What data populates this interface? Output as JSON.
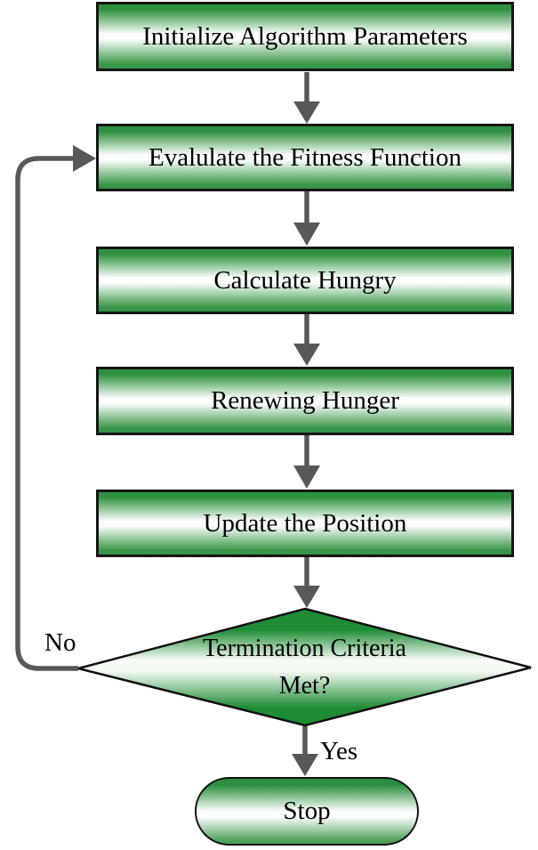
{
  "flowchart": {
    "nodes": [
      {
        "id": "init",
        "type": "process",
        "label": "Initialize Algorithm Parameters"
      },
      {
        "id": "evaluate",
        "type": "process",
        "label": "Evalulate the Fitness Function"
      },
      {
        "id": "hungry",
        "type": "process",
        "label": "Calculate Hungry"
      },
      {
        "id": "renew",
        "type": "process",
        "label": "Renewing Hunger"
      },
      {
        "id": "update",
        "type": "process",
        "label": "Update the Position"
      },
      {
        "id": "decision",
        "type": "decision",
        "label_line1": "Termination Criteria",
        "label_line2": "Met?"
      },
      {
        "id": "stop",
        "type": "terminator",
        "label": "Stop"
      }
    ],
    "edge_labels": {
      "no": "No",
      "yes": "Yes"
    },
    "colors": {
      "process_green_dark": "#2f9140",
      "process_green_light": "#fcfefc",
      "decision_green_dark": "#1e8c35",
      "decision_green_light": "#f7fbf6",
      "terminator_green_dark": "#2e9040",
      "border_black": "#161616",
      "arrow_gray": "#56585b",
      "text_black": "#000000",
      "background": "#ffffff"
    }
  }
}
